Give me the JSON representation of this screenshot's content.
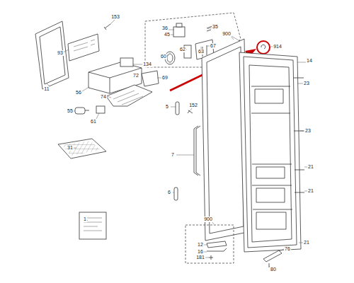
{
  "diagram": {
    "labels": [
      "153",
      "11",
      "93",
      "36",
      "45",
      "35",
      "60",
      "62",
      "63",
      "67",
      "900",
      "914",
      "134",
      "72",
      "69",
      "56",
      "74",
      "55",
      "61",
      "14",
      "23",
      "23",
      "5",
      "152",
      "7",
      "31",
      "21",
      "21",
      "6",
      "1",
      "900",
      "12",
      "16",
      "181",
      "76",
      "21",
      "80"
    ]
  }
}
